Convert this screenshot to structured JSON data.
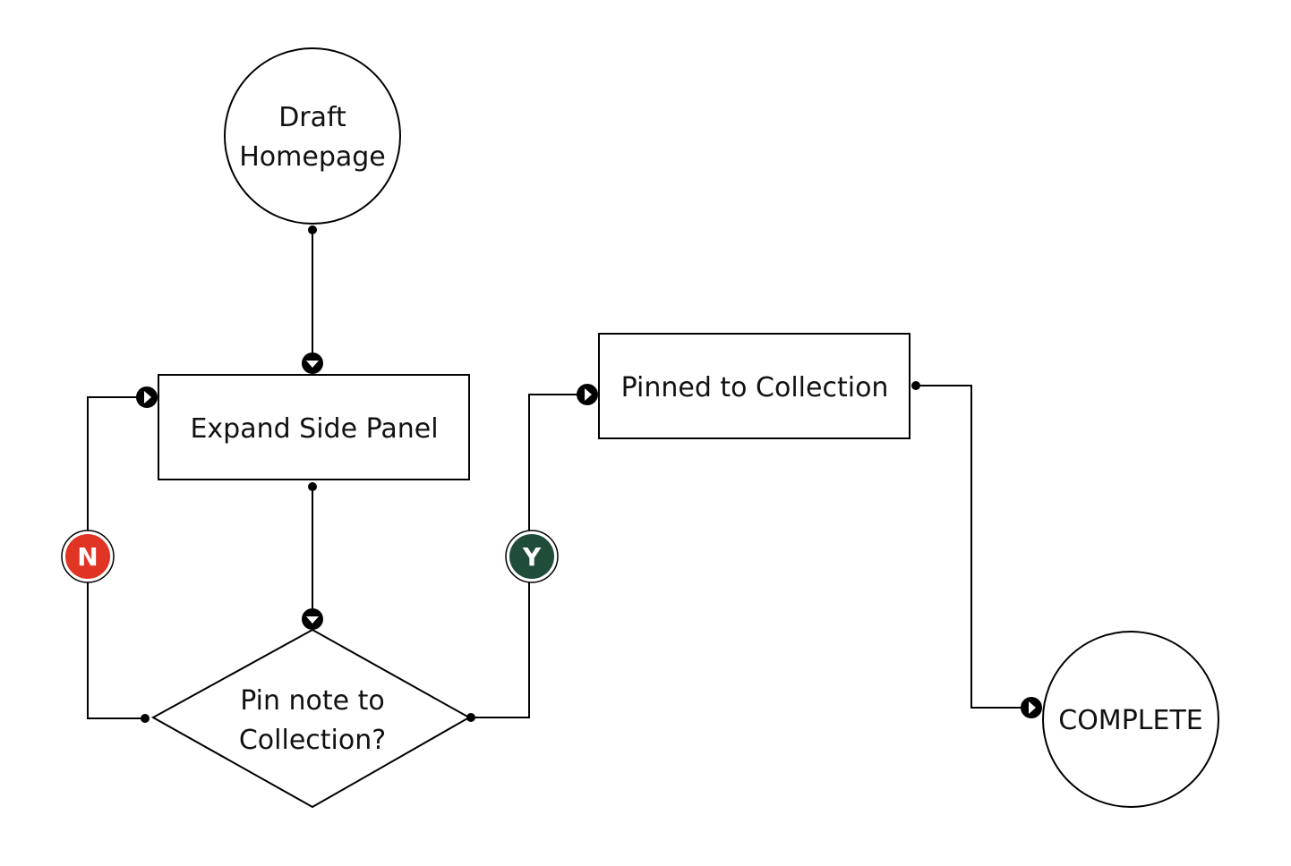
{
  "nodes": {
    "start": {
      "lines": [
        "Draft",
        "Homepage"
      ]
    },
    "expand": {
      "label": "Expand Side Panel"
    },
    "decision": {
      "lines": [
        "Pin note to",
        "Collection?"
      ]
    },
    "pinned": {
      "label": "Pinned to Collection"
    },
    "complete": {
      "label": "COMPLETE"
    }
  },
  "branches": {
    "no": {
      "label": "N",
      "color": "#e03424"
    },
    "yes": {
      "label": "Y",
      "color": "#1f4d3a"
    }
  }
}
